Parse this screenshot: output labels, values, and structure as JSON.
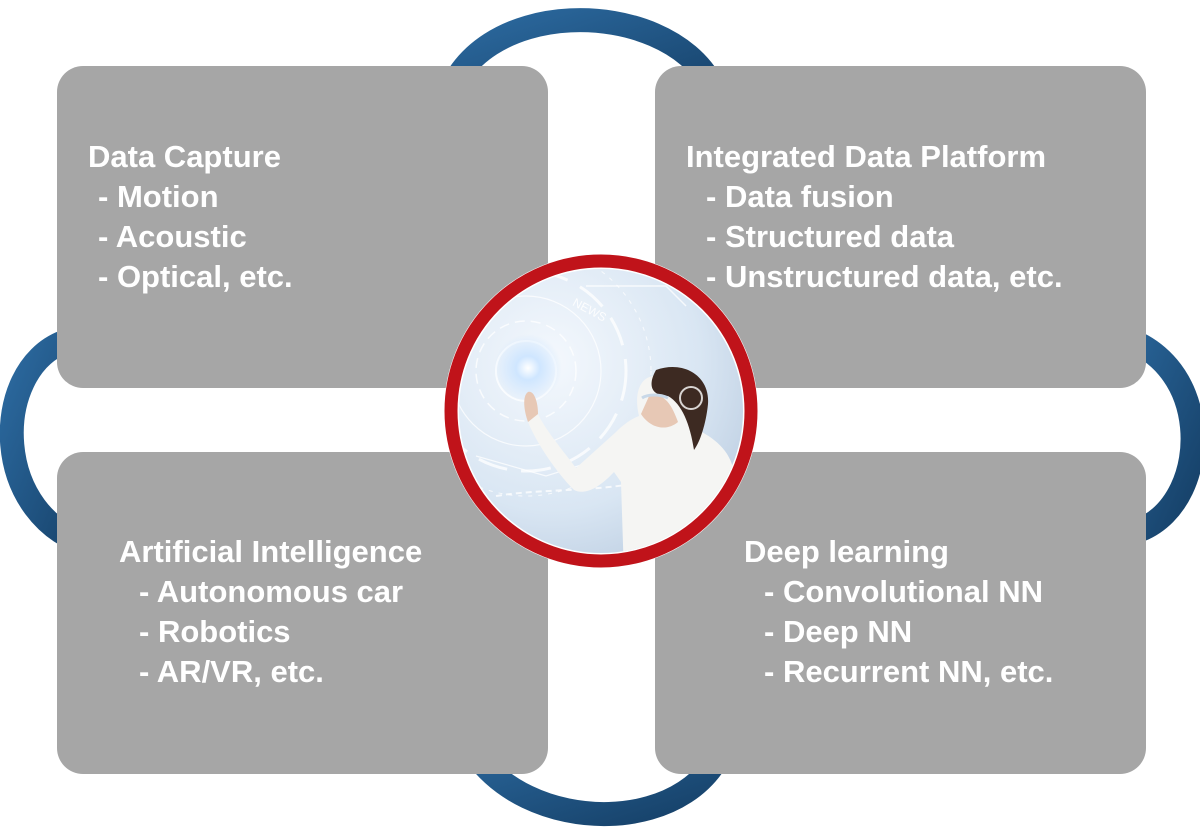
{
  "quadrants": {
    "data_capture": {
      "title": "Data Capture",
      "items": [
        "Motion",
        "Acoustic",
        "Optical, etc."
      ]
    },
    "integrated_platform": {
      "title": "Integrated Data Platform",
      "items": [
        "Data fusion",
        "Structured data",
        "Unstructured data, etc."
      ]
    },
    "artificial_intelligence": {
      "title": "Artificial Intelligence",
      "items": [
        "Autonomous car",
        "Robotics",
        "AR/VR, etc."
      ]
    },
    "deep_learning": {
      "title": "Deep learning",
      "items": [
        "Convolutional NN",
        "Deep NN",
        "Recurrent NN, etc."
      ]
    }
  },
  "center_image": {
    "label": "NEWS",
    "ring_color": "#c0131a"
  },
  "colors": {
    "card": "#a6a6a6",
    "card_text": "#ffffff",
    "arrow": "#1f5a8c"
  },
  "icons": [
    "cycle-arrow-icon"
  ]
}
